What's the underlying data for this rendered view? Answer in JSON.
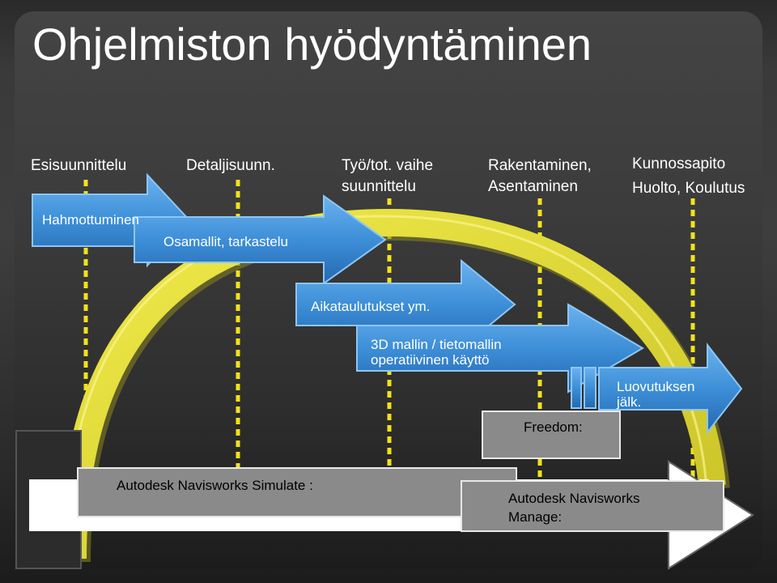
{
  "title": "Ohjelmiston hyödyntäminen",
  "phases": [
    {
      "line1": "Esisuunnittelu",
      "line2": ""
    },
    {
      "line1": "Detaljisuunn.",
      "line2": ""
    },
    {
      "line1": "Työ/tot. vaihe",
      "line2": "suunnittelu"
    },
    {
      "line1": "Rakentaminen,",
      "line2": "Asentaminen"
    },
    {
      "line1": "Kunnossapito",
      "line2": "Huolto, Koulutus"
    }
  ],
  "arrows": [
    {
      "line1": "Hahmottuminen",
      "line2": ""
    },
    {
      "line1": "Osamallit, tarkastelu",
      "line2": ""
    },
    {
      "line1": "Aikataulutukset ym.",
      "line2": ""
    },
    {
      "line1": "3D mallin / tietomallin",
      "line2": "operatiivinen käyttö"
    },
    {
      "line1": "Luovutuksen",
      "line2": "jälk."
    }
  ],
  "boxes": {
    "freedom": "Freedom:",
    "simulate": "Autodesk Navisworks Simulate :",
    "manage_line1": "Autodesk Navisworks",
    "manage_line2": "Manage:"
  },
  "colors": {
    "arrow_blue": "#3d8fd8",
    "arc_yellow": "#e8e23a",
    "dash_yellow": "#f2e21c",
    "box_gray": "#8a8a8a"
  }
}
